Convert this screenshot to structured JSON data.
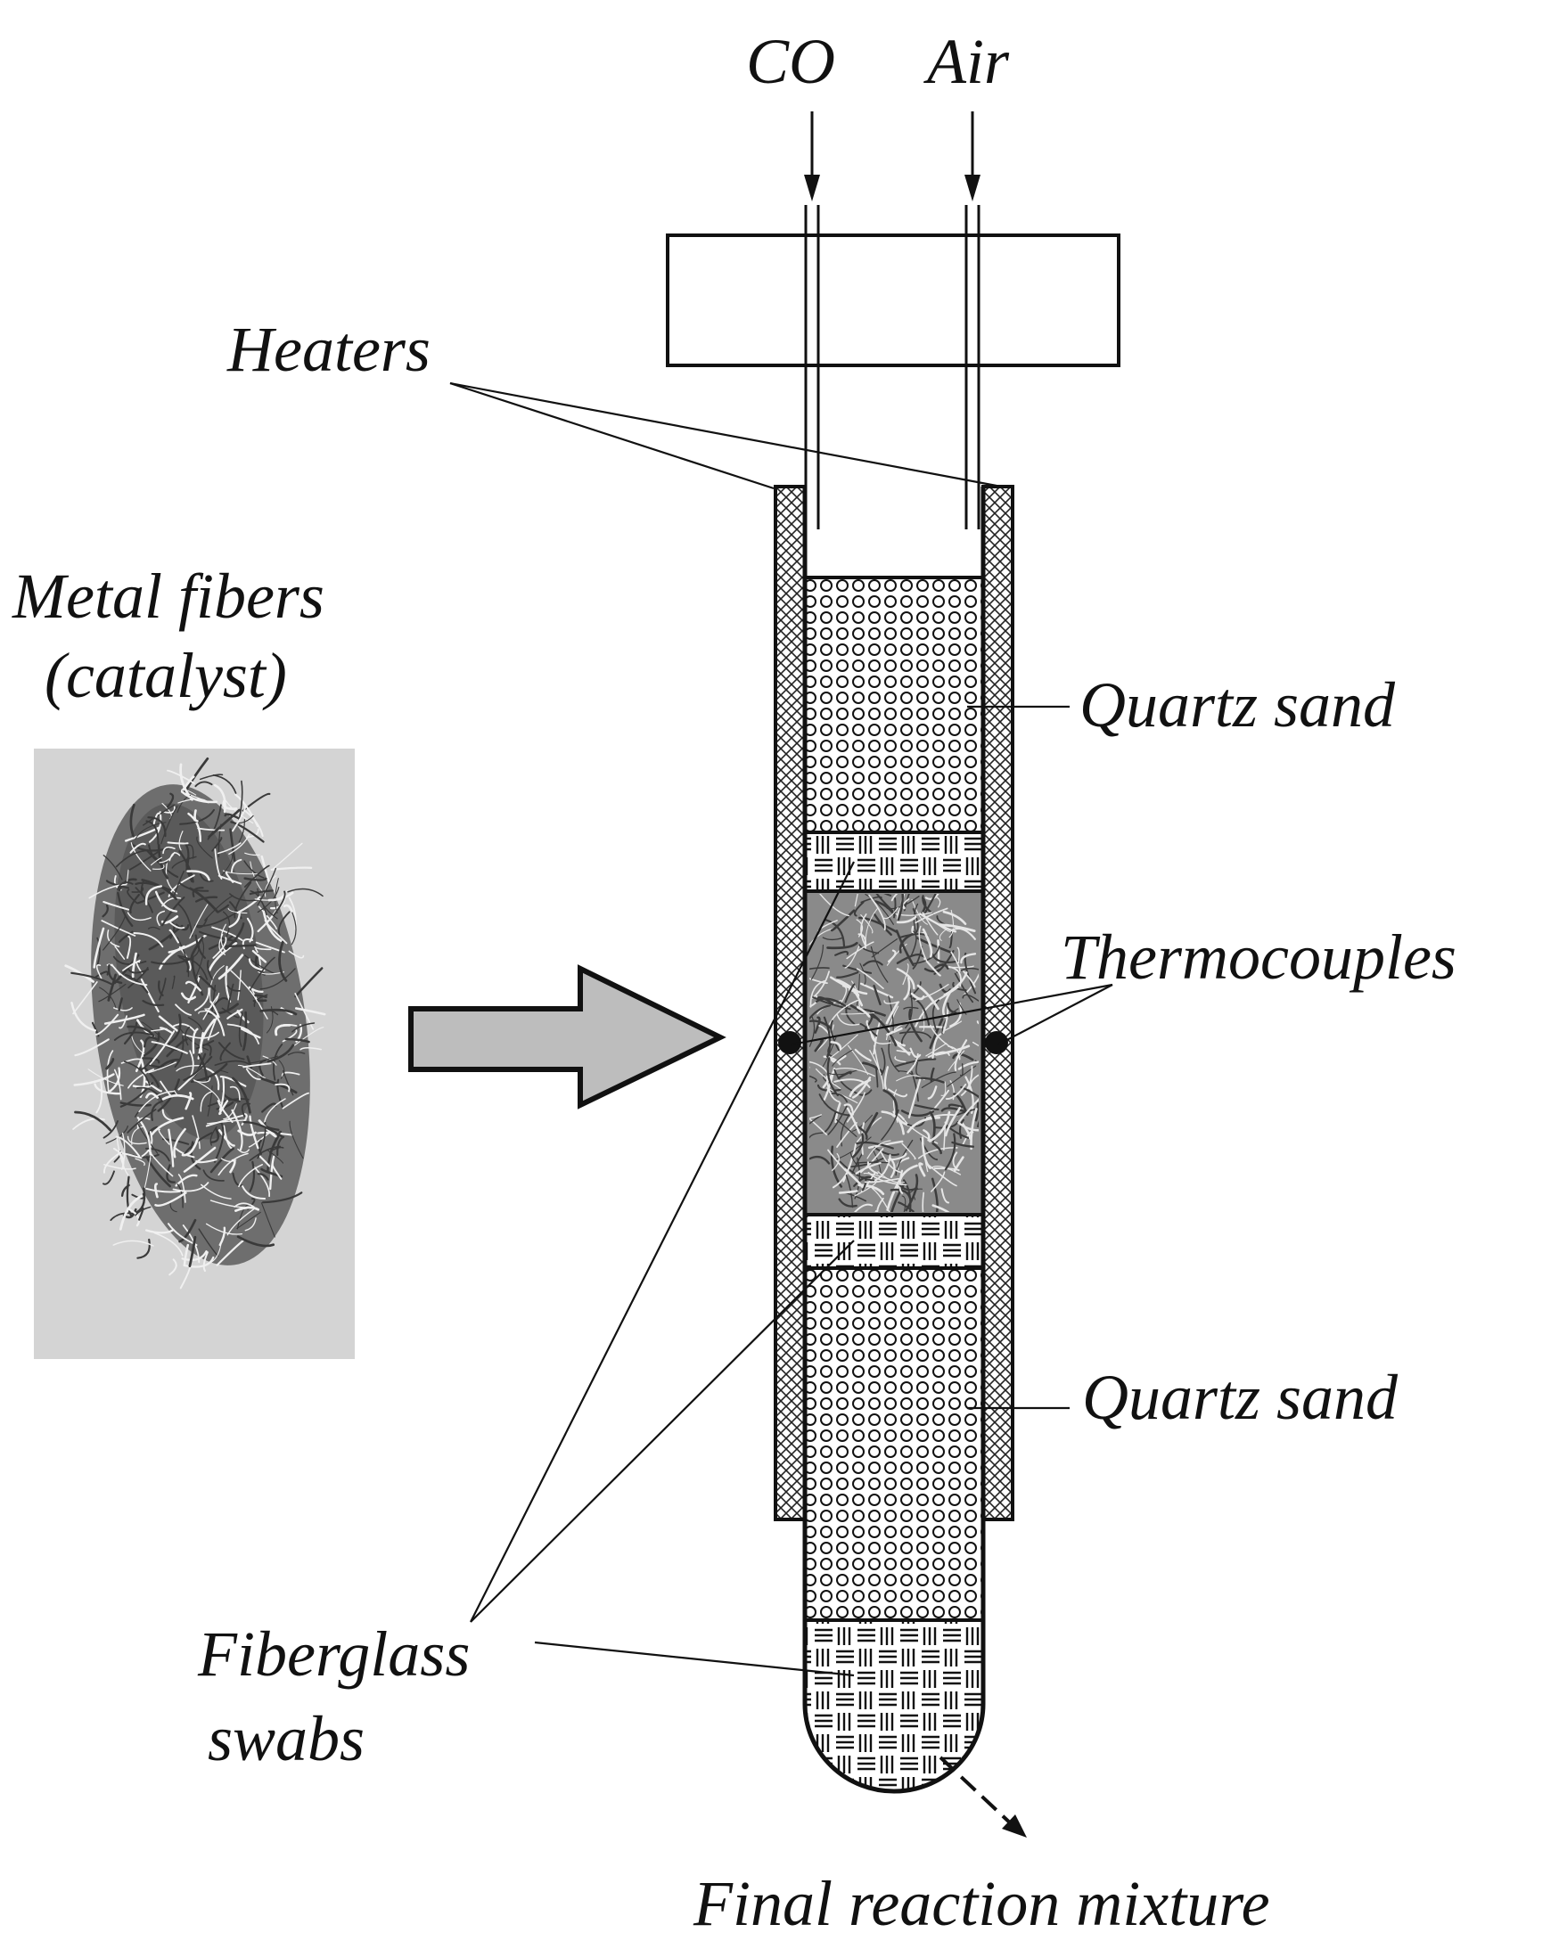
{
  "labels": {
    "co": "CO",
    "air": "Air",
    "heaters": "Heaters",
    "metal_fibers_line1": "Metal fibers",
    "metal_fibers_line2": "(catalyst)",
    "quartz_sand_top": "Quartz sand",
    "thermocouples": "Thermocouples",
    "quartz_sand_bottom": "Quartz sand",
    "fiberglass_line1": "Fiberglass",
    "fiberglass_line2": "swabs",
    "final_mixture": "Final reaction mixture"
  },
  "colors": {
    "ink": "#111111",
    "arrow_fill": "#bdbdbd",
    "photo_background": "#d4d4d4",
    "fiber_mass": "#6e6e6e",
    "fiber_strand": "#f0f0f0"
  }
}
